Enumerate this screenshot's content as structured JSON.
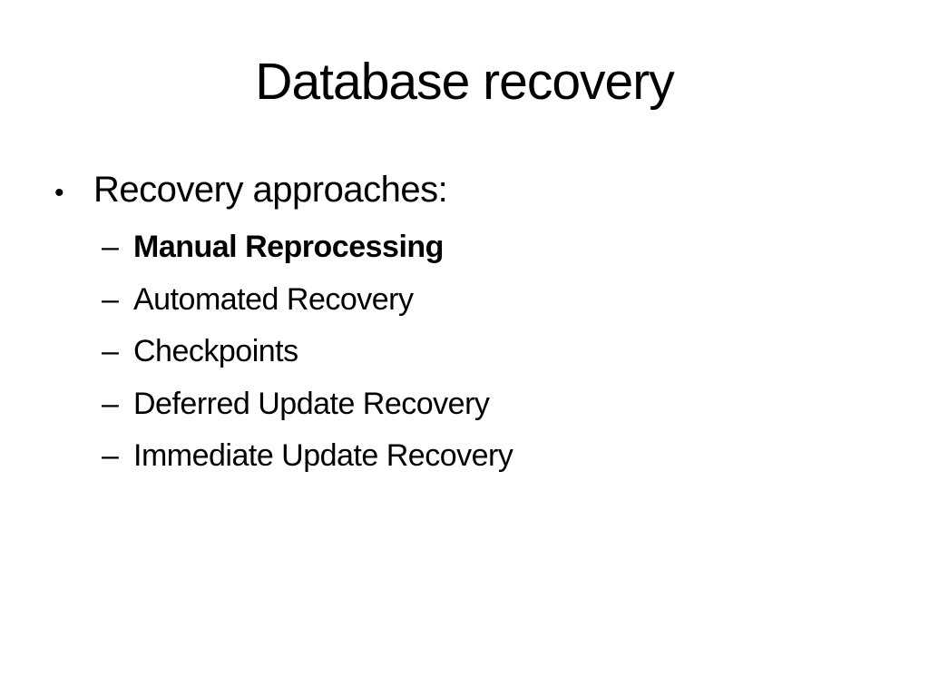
{
  "slide": {
    "title": "Database recovery",
    "colors": {
      "background": "#ffffff",
      "text": "#000000"
    },
    "bullets": [
      {
        "marker": "•",
        "label": "Recovery approaches:",
        "children": [
          {
            "marker": "–",
            "label": "Manual Reprocessing",
            "bold": true
          },
          {
            "marker": "–",
            "label": "Automated Recovery",
            "bold": false
          },
          {
            "marker": "–",
            "label": "Checkpoints",
            "bold": false
          },
          {
            "marker": "–",
            "label": "Deferred Update Recovery",
            "bold": false
          },
          {
            "marker": "–",
            "label": "Immediate Update Recovery",
            "bold": false
          }
        ]
      }
    ]
  }
}
